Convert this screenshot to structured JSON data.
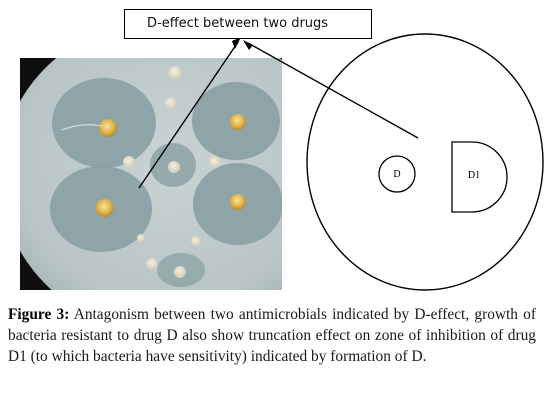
{
  "diagram": {
    "label_box": "D-effect between two drugs",
    "disc_d_label": "D",
    "disc_d1_label": "D1"
  },
  "caption": {
    "label": "Figure 3:",
    "text": "Antagonism between two antimicrobials indicated by D-effect, growth of bacteria resistant to drug D also show truncation effect on zone of inhibition of drug D1 (to which bacteria have sensitivity) indicated by formation of D."
  }
}
